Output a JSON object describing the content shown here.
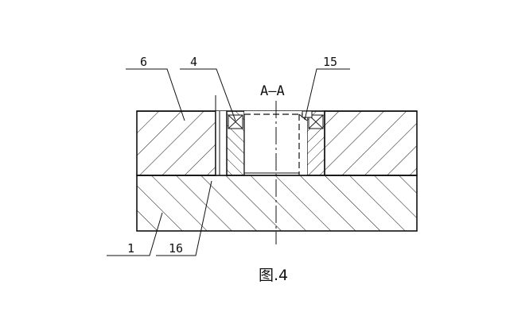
{
  "section_label": "A—A",
  "figure_caption": "图.4",
  "callouts": [
    {
      "id": "callout-6",
      "text": "6"
    },
    {
      "id": "callout-4",
      "text": "4"
    },
    {
      "id": "callout-15",
      "text": "15"
    },
    {
      "id": "callout-1",
      "text": "1"
    },
    {
      "id": "callout-16",
      "text": "16"
    }
  ],
  "colors": {
    "line": "#111111",
    "hatch": "#222222",
    "background": "#ffffff"
  }
}
